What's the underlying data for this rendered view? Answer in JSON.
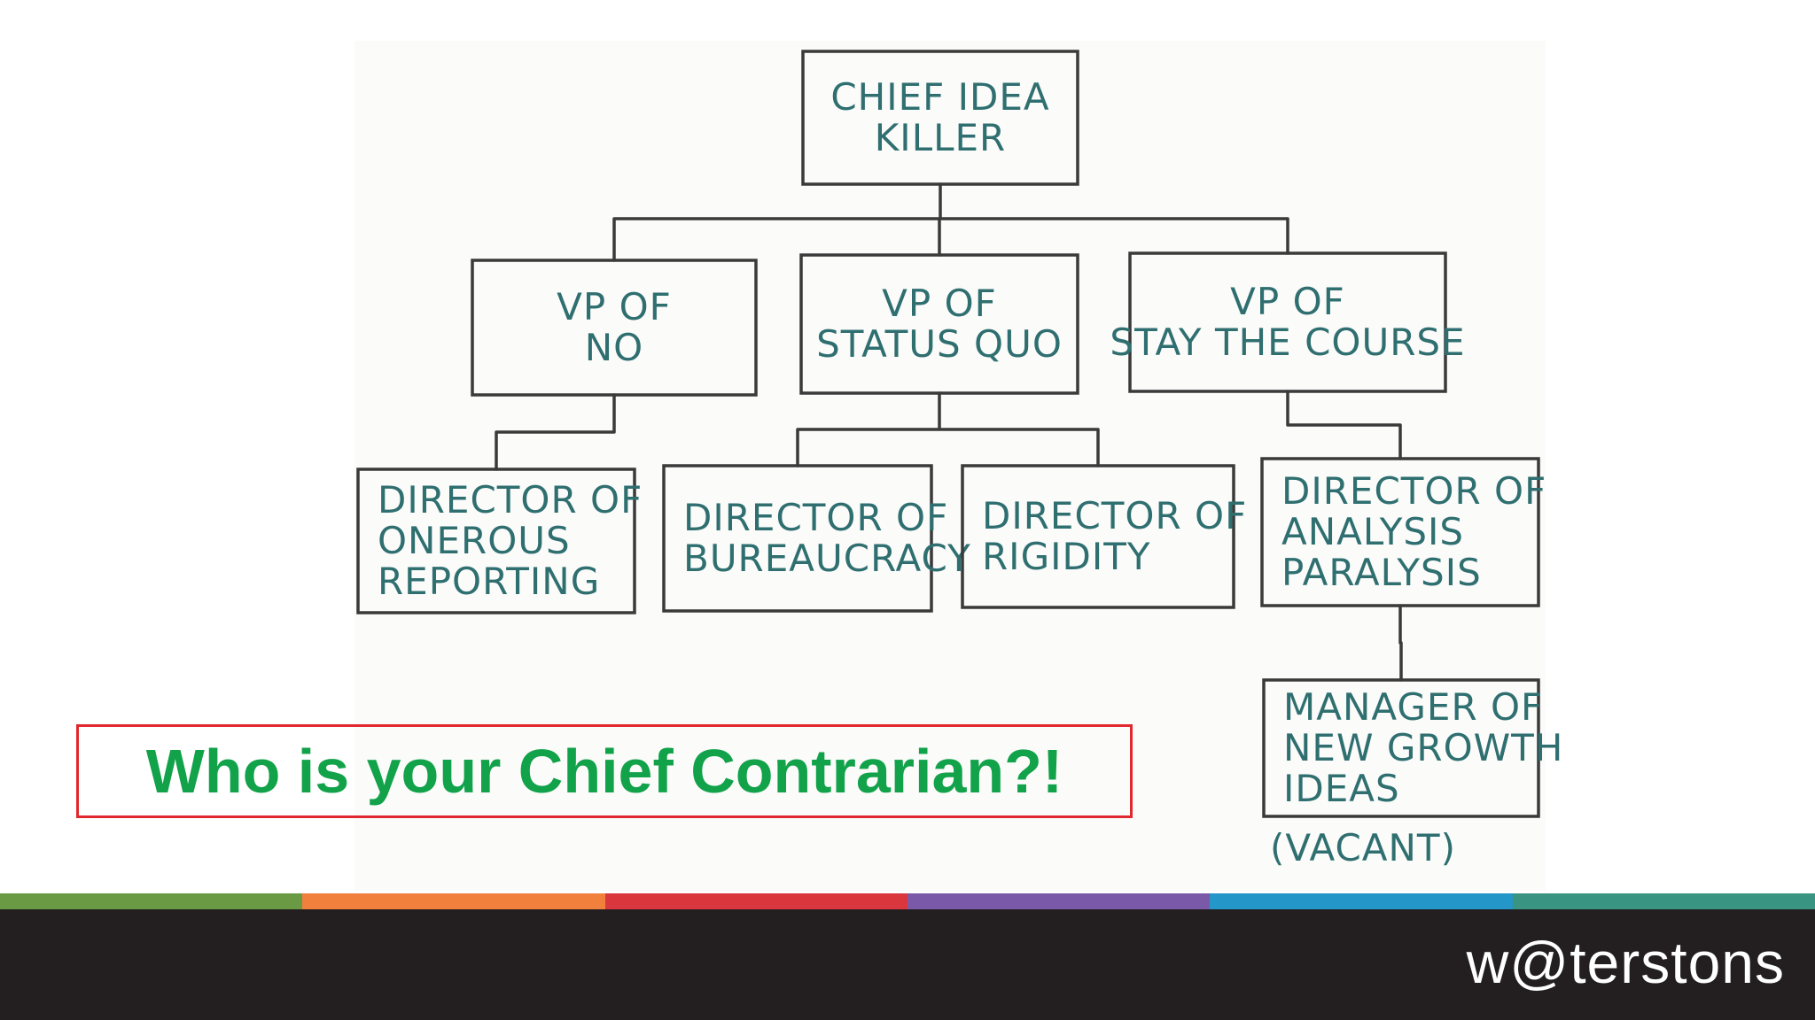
{
  "diagram": {
    "nodes": [
      {
        "id": "ceo",
        "lines": [
          "CHIEF IDEA",
          "KILLER"
        ]
      },
      {
        "id": "vp-no",
        "lines": [
          "VP  OF",
          "NO"
        ]
      },
      {
        "id": "vp-status-quo",
        "lines": [
          "VP OF",
          "STATUS QUO"
        ]
      },
      {
        "id": "vp-stay",
        "lines": [
          "VP OF",
          "STAY THE COURSE"
        ]
      },
      {
        "id": "dir-onerous",
        "lines": [
          "DIRECTOR OF",
          "ONEROUS",
          "REPORTING"
        ]
      },
      {
        "id": "dir-bureaucracy",
        "lines": [
          "DIRECTOR OF",
          "BUREAUCRACY"
        ]
      },
      {
        "id": "dir-rigidity",
        "lines": [
          "DIRECTOR OF",
          "RIGIDITY"
        ]
      },
      {
        "id": "dir-analysis",
        "lines": [
          "DIRECTOR OF",
          "ANALYSIS",
          "PARALYSIS"
        ]
      },
      {
        "id": "mgr-growth",
        "lines": [
          "MANAGER OF",
          "NEW GROWTH",
          "IDEAS"
        ]
      }
    ],
    "edges": [
      [
        "ceo",
        "vp-no"
      ],
      [
        "ceo",
        "vp-status-quo"
      ],
      [
        "ceo",
        "vp-stay"
      ],
      [
        "vp-no",
        "dir-onerous"
      ],
      [
        "vp-status-quo",
        "dir-bureaucracy"
      ],
      [
        "vp-status-quo",
        "dir-rigidity"
      ],
      [
        "vp-stay",
        "dir-analysis"
      ],
      [
        "dir-analysis",
        "mgr-growth"
      ]
    ],
    "vacant_note": "(VACANT)"
  },
  "callout": {
    "text": "Who is your Chief Contrarian?!"
  },
  "colors": {
    "callout_text": "#12a24a",
    "callout_border": "#e0282e",
    "diagram_text": "#2f6f70",
    "stripe": [
      "#6a9a44",
      "#f0803c",
      "#d9363e",
      "#7a5aa8",
      "#2596c8",
      "#3a9482"
    ],
    "footer": "#231f20"
  },
  "footer": {
    "brand": "w@terstons"
  }
}
